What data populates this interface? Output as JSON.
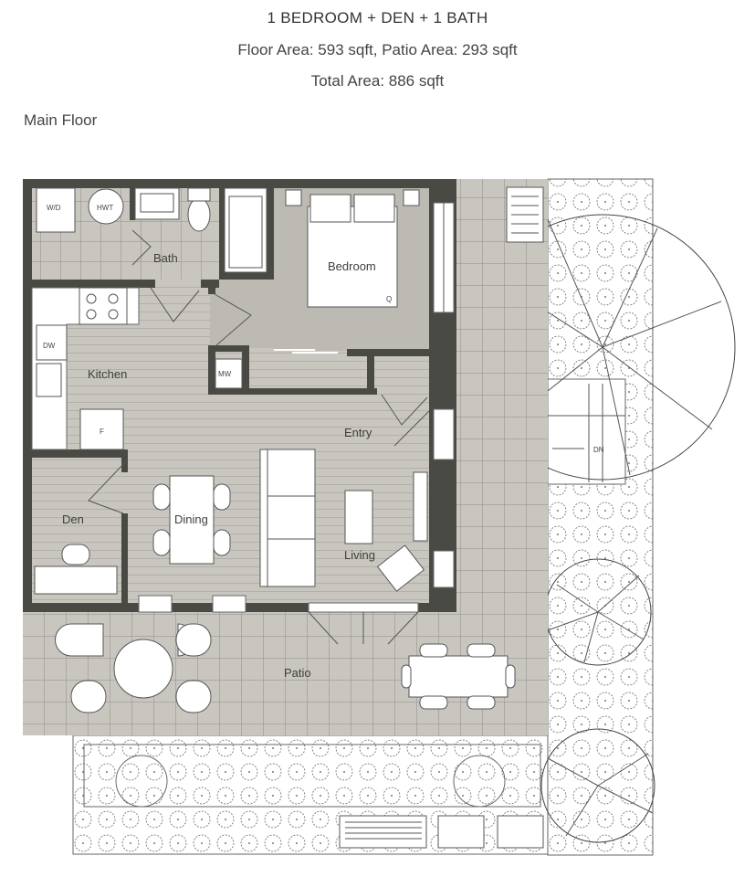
{
  "header": {
    "unit_type": "1 BEDROOM + DEN + 1 BATH",
    "areas": "Floor Area: 593 sqft, Patio Area: 293 sqft",
    "total": "Total Area: 886 sqft",
    "floor_label": "Main Floor"
  },
  "rooms": {
    "bath": "Bath",
    "bedroom": "Bedroom",
    "kitchen": "Kitchen",
    "entry": "Entry",
    "den": "Den",
    "dining": "Dining",
    "living": "Living",
    "patio": "Patio"
  },
  "fixtures": {
    "washer_dryer": "W/D",
    "hot_water_tank": "HWT",
    "dishwasher": "DW",
    "microwave": "MW",
    "fridge": "F",
    "bed_size": "Q",
    "stairs_down": "DN"
  },
  "colors": {
    "wall": "#4a4a45",
    "floor": "#c9c6c0",
    "bedroom_floor": "#bdbab3",
    "background": "#ffffff"
  }
}
